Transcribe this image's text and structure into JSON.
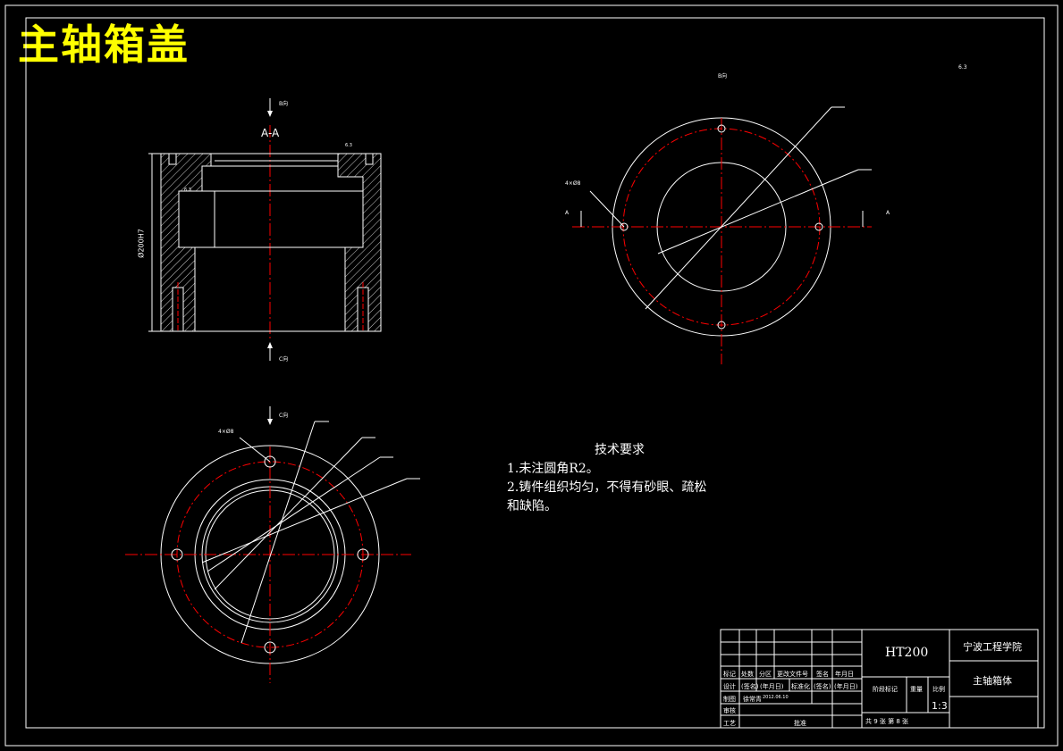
{
  "title": "主轴箱盖",
  "section_view": {
    "label": "A-A",
    "dimension": "Ø200H7",
    "cut_top": "B向",
    "cut_bottom": "C向",
    "roughness_top": "6.3",
    "roughness_left": "6.3"
  },
  "top_right_view": {
    "label_top": "B向",
    "label_left_A": "A",
    "label_right_A": "A",
    "hole_note": "4×Ø8",
    "roughness_corner": "6.3"
  },
  "bottom_view": {
    "label_top": "C向",
    "hole_note": "4×Ø8"
  },
  "tech_requirements": {
    "heading": "技术要求",
    "line1": "1.未注圆角R2。",
    "line2": "2.铸件组织均匀，不得有砂眼、疏松",
    "line3": "和缺陷。"
  },
  "title_block": {
    "material": "HT200",
    "school": "宁波工程学院",
    "part_name": "主轴箱体",
    "scale": "1:3",
    "row_labels": [
      "标记",
      "设计",
      "制图",
      "审核",
      "工艺"
    ],
    "col_labels": [
      "处数",
      "分区",
      "更改文件号",
      "签名",
      "年月日"
    ],
    "row2": [
      "(签名)",
      "(年月日)",
      "标准化",
      "(签名)",
      "(年月日)"
    ],
    "drawer": "徐常青",
    "date": "2012.06.10",
    "stage_label": "阶段标记",
    "weight_label": "重量",
    "scale_label": "比例",
    "approve": "批准",
    "sheets": "共 9 张 第 8 张"
  },
  "colors": {
    "background": "#000000",
    "lines": "#ffffff",
    "centerlines": "#ff0000",
    "title": "#ffff00"
  }
}
